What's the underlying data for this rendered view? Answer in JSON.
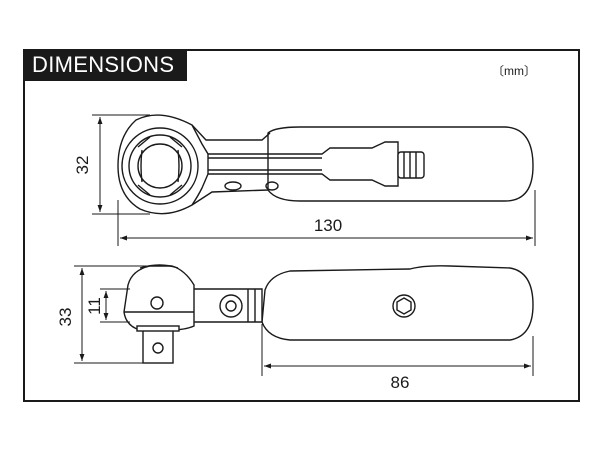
{
  "header": {
    "title": "DIMENSIONS",
    "unit": "〔mm〕"
  },
  "dimensions": {
    "top_view_height": "32",
    "overall_length": "130",
    "side_view_height": "33",
    "side_view_inner": "11",
    "handle_length": "86"
  }
}
